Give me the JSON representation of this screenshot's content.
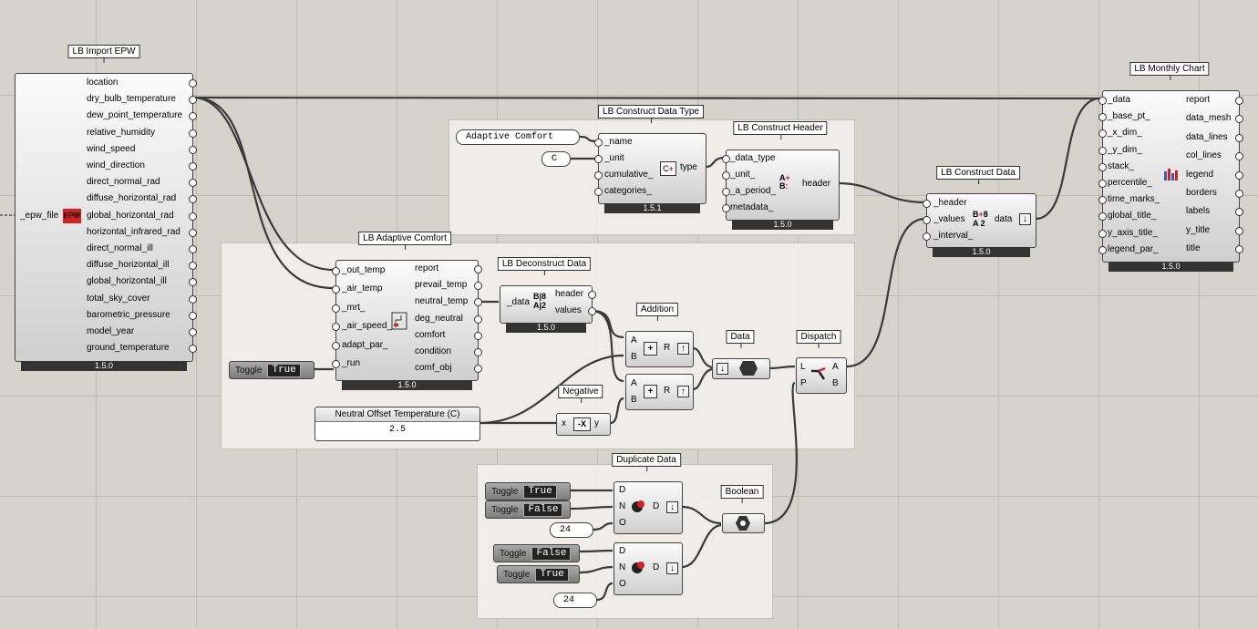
{
  "groups": {
    "construct": "",
    "adaptive": "",
    "duplicate": ""
  },
  "import_epw": {
    "title": "LB Import EPW",
    "input": "_epw_file",
    "outputs": [
      "location",
      "dry_bulb_temperature",
      "dew_point_temperature",
      "relative_humidity",
      "wind_speed",
      "wind_direction",
      "direct_normal_rad",
      "diffuse_horizontal_rad",
      "global_horizontal_rad",
      "horizontal_infrared_rad",
      "direct_normal_ill",
      "diffuse_horizontal_ill",
      "global_horizontal_ill",
      "total_sky_cover",
      "barometric_pressure",
      "model_year",
      "ground_temperature"
    ],
    "version": "1.5.0",
    "icon_text": "EPW"
  },
  "construct_type": {
    "title": "LB Construct Data Type",
    "inputs": [
      "_name",
      "_unit",
      "cumulative_",
      "categories_"
    ],
    "output": "type",
    "version": "1.5.1"
  },
  "construct_header": {
    "title": "LB Construct Header",
    "inputs": [
      "_data_type",
      "_unit_",
      "_a_period_",
      "metadata_"
    ],
    "output": "header",
    "version": "1.5.0"
  },
  "construct_data": {
    "title": "LB Construct Data",
    "inputs": [
      "_header",
      "_values",
      "_interval_"
    ],
    "output": "data",
    "version": "1.5.0"
  },
  "monthly_chart": {
    "title": "LB Monthly Chart",
    "inputs": [
      "_data",
      "_base_pt_",
      "_x_dim_",
      "_y_dim_",
      "stack_",
      "percentile_",
      "time_marks_",
      "global_title_",
      "y_axis_title_",
      "legend_par_"
    ],
    "outputs": [
      "report",
      "data_mesh",
      "data_lines",
      "col_lines",
      "legend",
      "borders",
      "labels",
      "y_title",
      "title"
    ],
    "version": "1.5.0"
  },
  "adaptive": {
    "title": "LB Adaptive Comfort",
    "inputs": [
      "_out_temp",
      "_air_temp",
      "_mrt_",
      "_air_speed_",
      "adapt_par_",
      "_run"
    ],
    "outputs": [
      "report",
      "prevail_temp",
      "neutral_temp",
      "deg_neutral",
      "comfort",
      "condition",
      "comf_obj"
    ],
    "version": "1.5.0"
  },
  "deconstruct": {
    "title": "LB Deconstruct Data",
    "input": "_data",
    "outputs": [
      "header",
      "values"
    ],
    "version": "1.5.0"
  },
  "addition": {
    "title": "Addition",
    "inputs": [
      "A",
      "B"
    ],
    "output": "R"
  },
  "negative": {
    "title": "Negative",
    "input": "x",
    "output": "y",
    "symbol": "-X"
  },
  "data_param": {
    "title": "Data"
  },
  "dispatch": {
    "title": "Dispatch",
    "inputs": [
      "L",
      "P"
    ],
    "outputs": [
      "A",
      "B"
    ]
  },
  "duplicate": {
    "title": "Duplicate Data",
    "inputs": [
      "D",
      "N",
      "O"
    ],
    "output": "D"
  },
  "boolean": {
    "title": "Boolean"
  },
  "panels": {
    "name": "Adaptive Comfort",
    "unit": "C",
    "count1": "24",
    "count2": "24"
  },
  "slider": {
    "label": "Neutral Offset Temperature (C)",
    "value": "2.5"
  },
  "toggles": {
    "run": {
      "label": "Toggle",
      "value": "True"
    },
    "d1": {
      "label": "Toggle",
      "value": "True"
    },
    "d2": {
      "label": "Toggle",
      "value": "False"
    },
    "d3": {
      "label": "Toggle",
      "value": "False"
    },
    "d4": {
      "label": "Toggle",
      "value": "True"
    }
  },
  "colors": {
    "canvas": "#d4d3cc",
    "wire": "#3a3a3a",
    "ladybug_red": "#d42020"
  }
}
